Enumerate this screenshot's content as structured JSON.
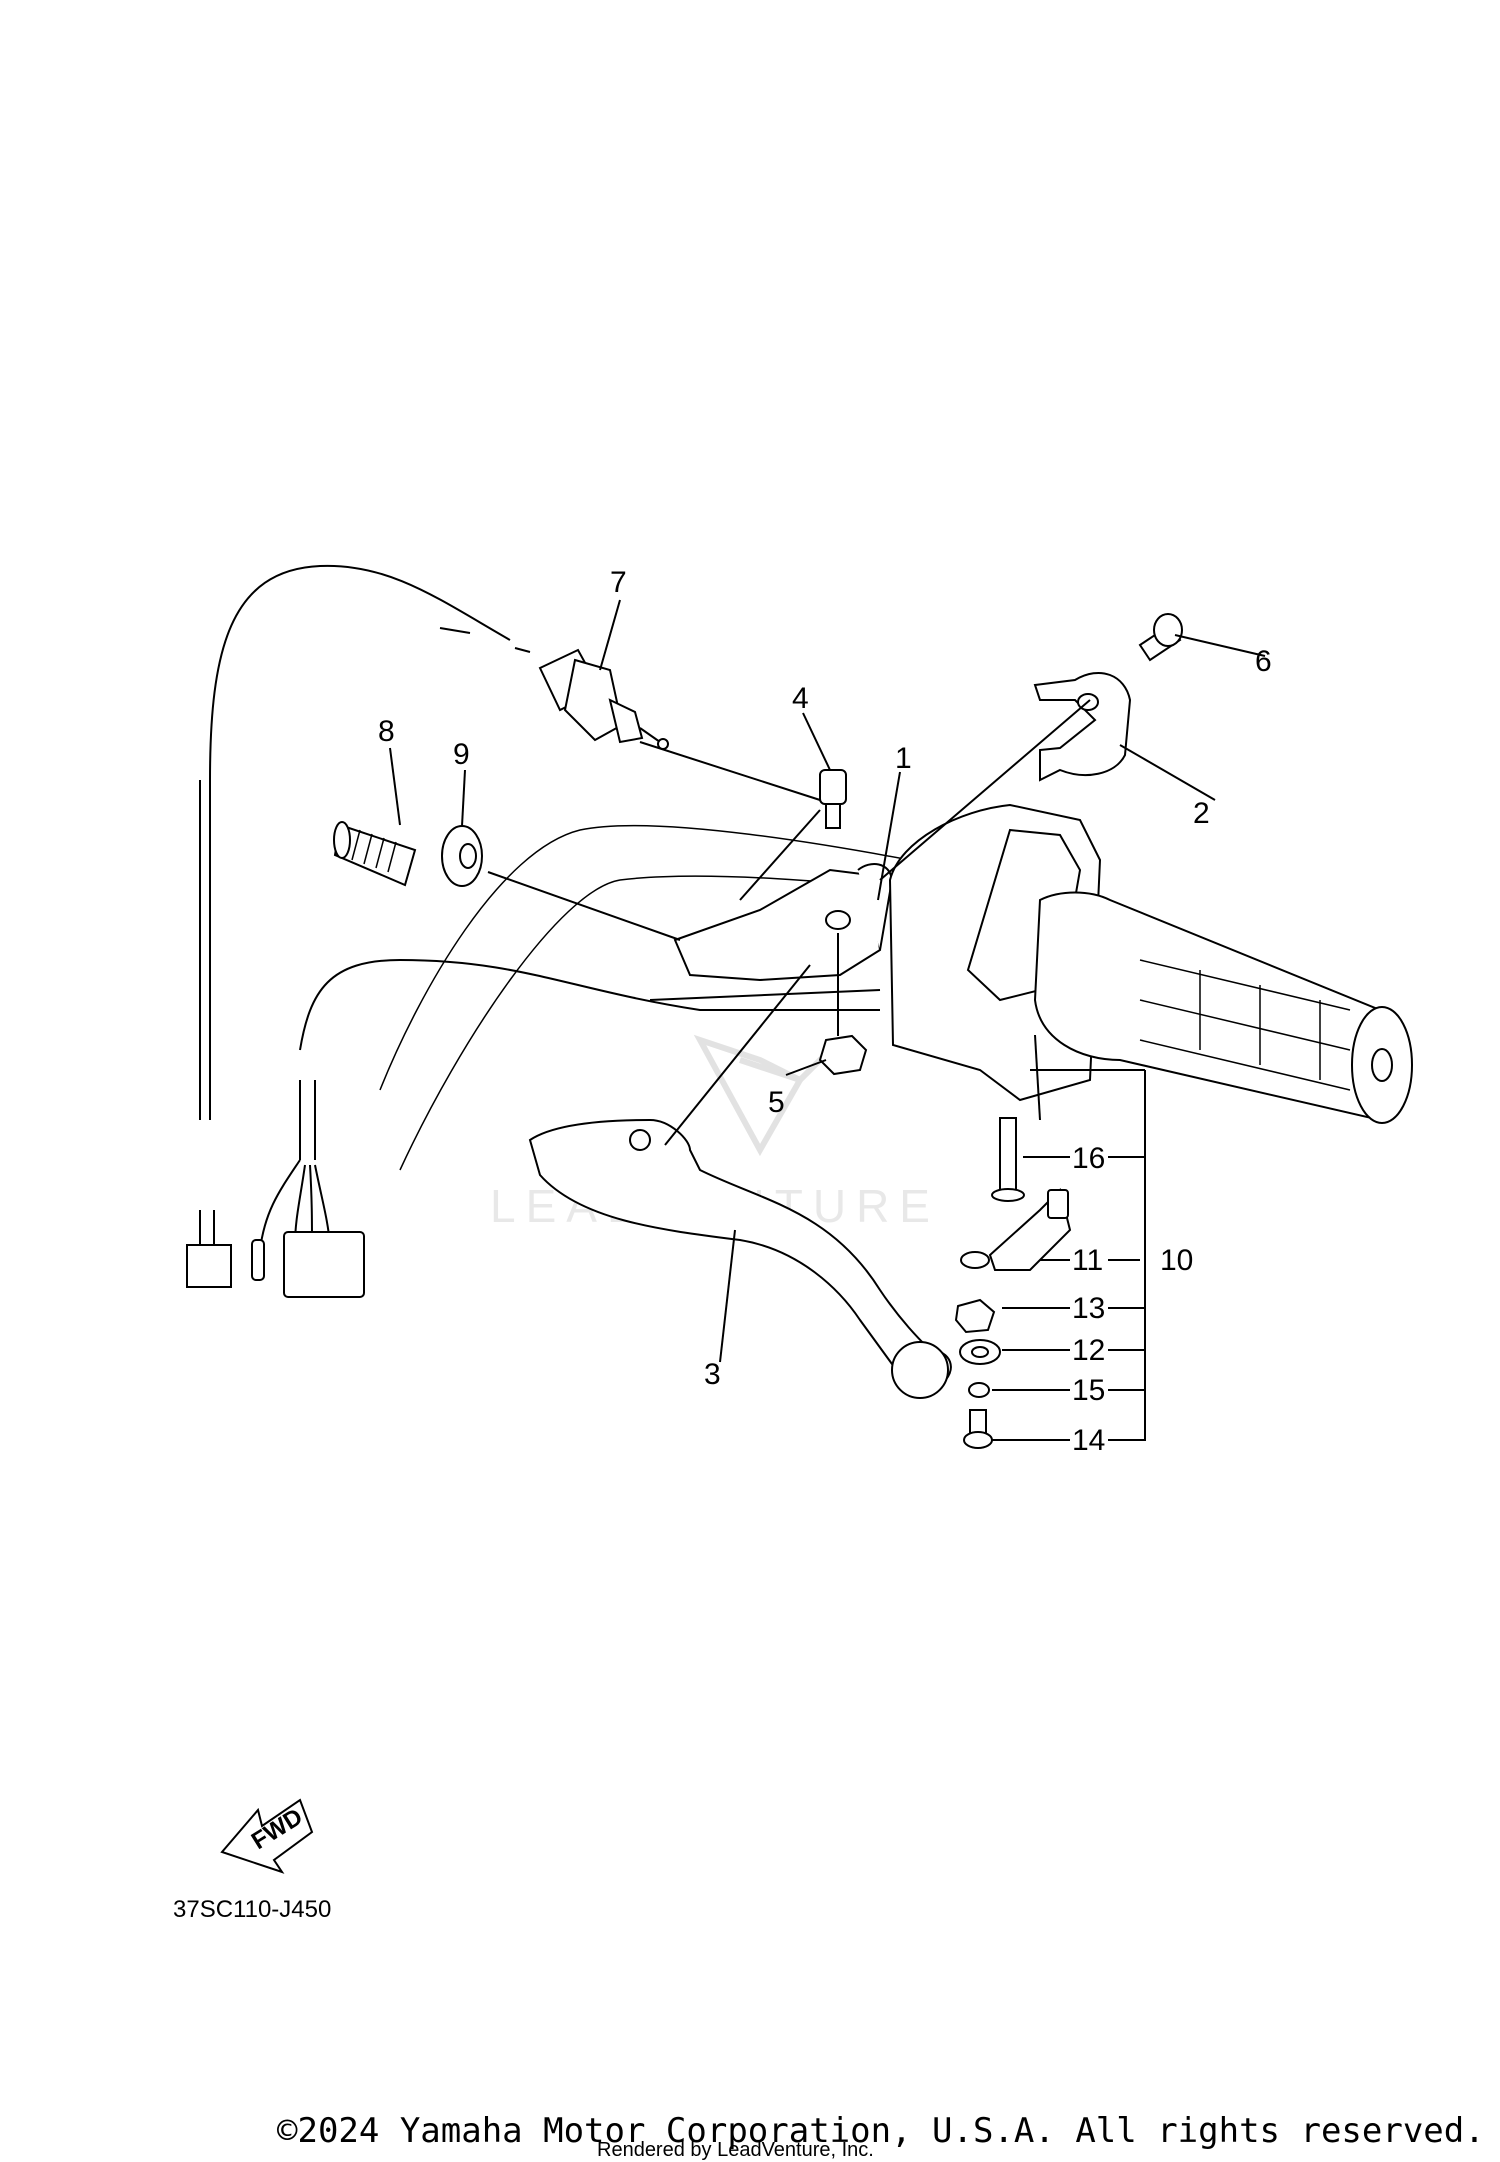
{
  "diagram": {
    "callouts": {
      "c1": "1",
      "c2": "2",
      "c3": "3",
      "c4": "4",
      "c5": "5",
      "c6": "6",
      "c7": "7",
      "c8": "8",
      "c9": "9",
      "c10": "10",
      "c11": "11",
      "c12": "12",
      "c13": "13",
      "c14": "14",
      "c15": "15",
      "c16": "16"
    },
    "fwd_label": "FWD",
    "part_code": "37SC110-J450",
    "watermark": "LEADVENTURE"
  },
  "footer": {
    "copyright": "©2024 Yamaha Motor Corporation, U.S.A. All rights reserved.",
    "rendered_by": "Rendered by LeadVenture, Inc."
  }
}
